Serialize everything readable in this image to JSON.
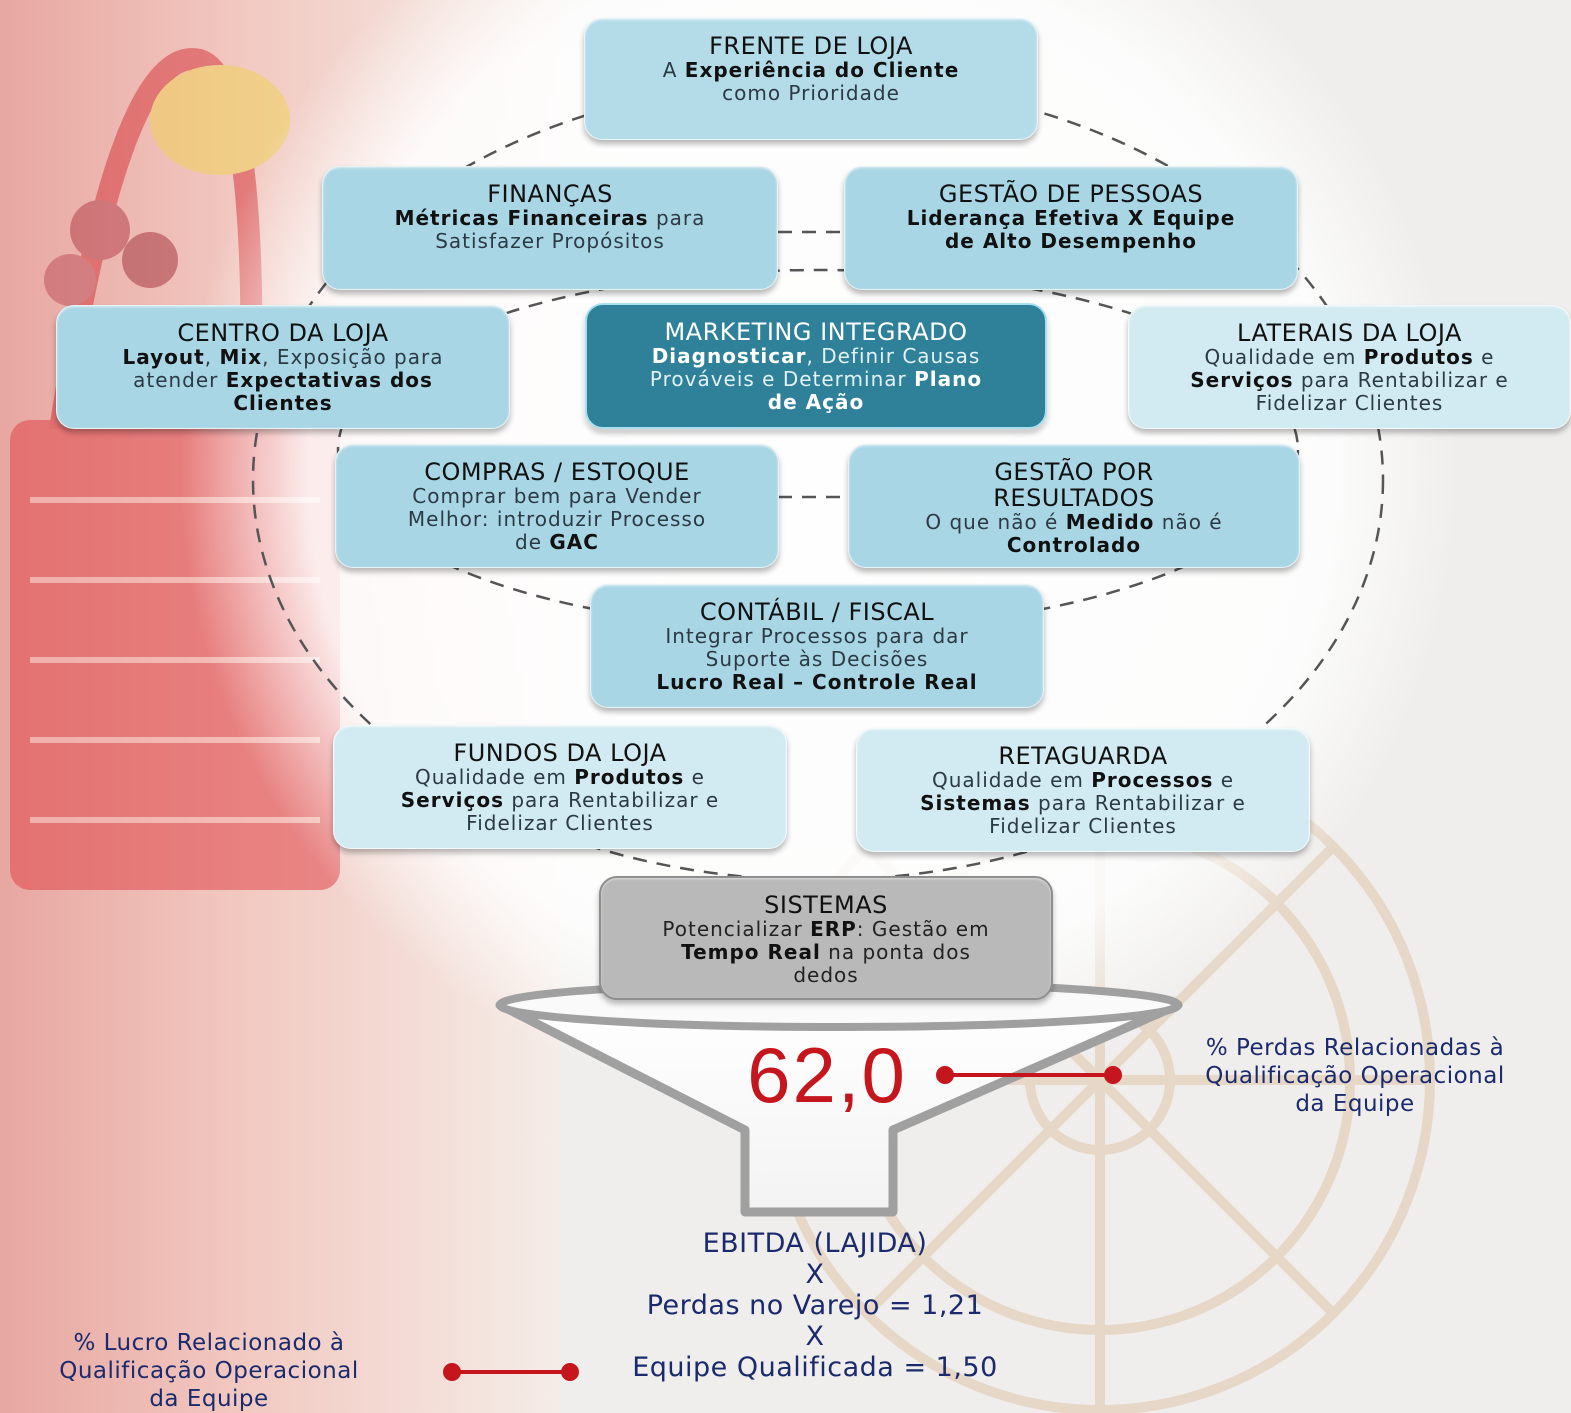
{
  "colors": {
    "accent_red": "#c4161c",
    "navy": "#1a2a6c",
    "dark_box": "#2f8099",
    "light_box": "#b3dce8",
    "pale_box": "#d2eaf1",
    "grey_box": "#b9b9b9"
  },
  "boxes": {
    "frente": {
      "title": "FRENTE DE LOJA",
      "line1_pre": "A ",
      "line1_b": "Experiência do Cliente",
      "line2": "como Prioridade"
    },
    "financas": {
      "title": "FINANÇAS",
      "line1_b": "Métricas Financeiras",
      "line1_post": " para",
      "line2": "Satisfazer Propósitos"
    },
    "pessoas": {
      "title": "GESTÃO DE PESSOAS",
      "line1_b": "Liderança Efetiva X Equipe",
      "line2_b": "de Alto Desempenho"
    },
    "centro": {
      "title": "CENTRO DA LOJA",
      "l1_b1": "Layout",
      "l1_s1": ", ",
      "l1_b2": "Mix",
      "l1_s2": ", Exposição para",
      "l2_pre": "atender ",
      "l2_b": "Expectativas dos",
      "l3_b": "Clientes"
    },
    "marketing": {
      "title": "MARKETING INTEGRADO",
      "l1_b": "Diagnosticar",
      "l1_post": ", Definir Causas",
      "l2_pre": "Prováveis e Determinar ",
      "l2_b": "Plano",
      "l3_b": "de Ação"
    },
    "laterais": {
      "title": "LATERAIS DA LOJA",
      "l1_pre": "Qualidade em ",
      "l1_b": "Produtos",
      "l1_post": " e",
      "l2_b": "Serviços",
      "l2_post": " para Rentabilizar e",
      "l3": "Fidelizar Clientes"
    },
    "compras": {
      "title": "COMPRAS / ESTOQUE",
      "l1": "Comprar bem para Vender",
      "l2": "Melhor: introduzir Processo",
      "l3_pre": "de ",
      "l3_b": "GAC"
    },
    "resultados": {
      "title1": "GESTÃO POR",
      "title2": "RESULTADOS",
      "l1_pre": "O que não é ",
      "l1_b": "Medido",
      "l1_post": " não é",
      "l2_b": "Controlado"
    },
    "contabil": {
      "title": "CONTÁBIL / FISCAL",
      "l1": "Integrar Processos para dar",
      "l2": "Suporte às Decisões",
      "l3_b": "Lucro Real – Controle Real"
    },
    "fundos": {
      "title": "FUNDOS DA LOJA",
      "l1_pre": "Qualidade em ",
      "l1_b": "Produtos",
      "l1_post": " e",
      "l2_b": "Serviços",
      "l2_post": " para Rentabilizar e",
      "l3": "Fidelizar Clientes"
    },
    "retaguarda": {
      "title": "RETAGUARDA",
      "l1_pre": "Qualidade em ",
      "l1_b": "Processos",
      "l1_post": " e",
      "l2_b": "Sistemas",
      "l2_post": " para Rentabilizar e",
      "l3": "Fidelizar Clientes"
    },
    "sistemas": {
      "title": "SISTEMAS",
      "l1_pre": "Potencializar ",
      "l1_b": "ERP",
      "l1_post": ": Gestão em",
      "l2_b": "Tempo Real",
      "l2_post": " na ponta dos",
      "l3": "dedos"
    }
  },
  "funnel_value": "62,0",
  "right_note": {
    "l1": "% Perdas Relacionadas à",
    "l2": "Qualificação Operacional",
    "l3": "da Equipe"
  },
  "left_note": {
    "l1": "% Lucro Relacionado à",
    "l2": "Qualificação Operacional",
    "l3": "da Equipe"
  },
  "formula": {
    "l1": "EBITDA (LAJIDA)",
    "x1": "X",
    "l2": "Perdas no Varejo = 1,21",
    "x2": "X",
    "l3": "Equipe Qualificada = 1,50"
  }
}
